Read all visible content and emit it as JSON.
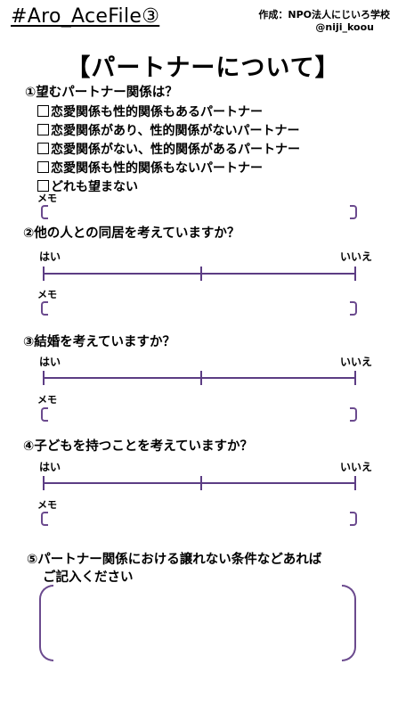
{
  "header": {
    "hashtag": "#Aro_AceFile③",
    "credit_line1": "作成：NPO法人にじいろ学校",
    "credit_line2": "@niji_koou"
  },
  "title": "【パートナーについて】",
  "q1": {
    "question": "①望むパートナー関係は？",
    "options": [
      "恋愛関係も性的関係もあるパートナー",
      "恋愛関係があり、性的関係がないパートナー",
      "恋愛関係がない、性的関係があるパートナー",
      "恋愛関係も性的関係もないパートナー",
      "どれも望まない"
    ],
    "memo": "メモ"
  },
  "q2": {
    "question": "②他の人との同居を考えていますか？",
    "yes": "はい",
    "no": "いいえ",
    "memo": "メモ"
  },
  "q3": {
    "question": "③結婚を考えていますか？",
    "yes": "はい",
    "no": "いいえ",
    "memo": "メモ"
  },
  "q4": {
    "question": "④子どもを持つことを考えていますか？",
    "yes": "はい",
    "no": "いいえ",
    "memo": "メモ"
  },
  "q5": {
    "question": "⑤パートナー関係における譲れない条件などあれば",
    "subtitle": "ご記入ください"
  },
  "colors": {
    "accent": "#5c3d84",
    "text": "#000000",
    "background": "#ffffff"
  }
}
